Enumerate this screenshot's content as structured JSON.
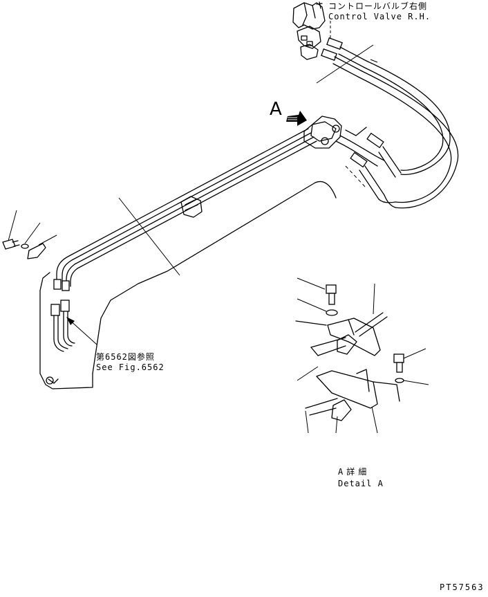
{
  "labels": {
    "control_valve_jp": "コントロールバルブ右側",
    "control_valve_en": "Control Valve R.H.",
    "view_marker": "A",
    "see_fig_jp": "第6562図参照",
    "see_fig_en": "See Fig.6562",
    "detail_jp": "A詳細",
    "detail_en": "Detail A",
    "drawing_code": "PT57563"
  },
  "colors": {
    "ink": "#000000",
    "paper": "#ffffff"
  }
}
